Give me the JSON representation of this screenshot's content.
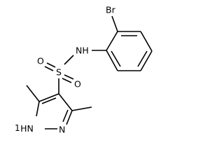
{
  "molecule": {
    "atoms": {
      "bromine": "Br",
      "amine": "NH",
      "sulfur": "S",
      "oxygen_upper": "O",
      "oxygen_lower": "O",
      "pyrazole_nh": "HN",
      "pyrazole_nh_index": "1",
      "pyrazole_n": "N"
    }
  }
}
